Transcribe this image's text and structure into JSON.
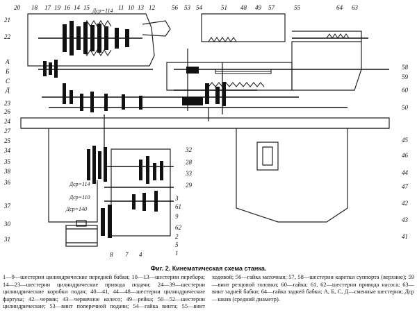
{
  "figure": {
    "caption": "Фиг. 2. Кинематическая схема станка.",
    "legend": "1—9—шестерни цилиндрические передней бабки; 10—13—шестерни перебора; 14—23—шестерни цилиндрические привода подачи; 24—39—шестерни цилиндрические коробки подач; 40—41, 44—48—шестерни цилиндрические фартука; 42—червяк; 43—червячное колесо; 49—рейка; 50—52—шестерни цилиндрические; 53—винт поперечной подачи; 54—гайка винта; 55—винт ходовой; 56—гайка маточная; 57, 58—шестерни каретки суппорта (верхние); 59—винт резцовой головки; 60—гайка; 61, 62—шестерни привода насоса; 63—винт задней бабки; 64—гайка задней бабки; А, Б, С, Д—сменные шестерни; Дср—шкив (средний диаметр)."
  },
  "labels": {
    "top": [
      "20",
      "18",
      "17",
      "19",
      "16",
      "14",
      "15",
      "Дср=114",
      "11",
      "10",
      "13",
      "12",
      "56",
      "53",
      "54",
      "51",
      "48",
      "49",
      "57",
      "55",
      "64",
      "63"
    ],
    "left": [
      "21",
      "22",
      "А",
      "Б",
      "С",
      "Д",
      "23",
      "26",
      "24",
      "27",
      "25",
      "34",
      "35",
      "38",
      "36",
      "37",
      "30",
      "31"
    ],
    "right": [
      "58",
      "59",
      "60",
      "50",
      "45",
      "46",
      "44",
      "47",
      "42",
      "43",
      "41"
    ],
    "center": [
      "32",
      "28",
      "33",
      "29",
      "3",
      "61",
      "9",
      "8",
      "7",
      "4",
      "62",
      "2",
      "5",
      "1",
      "Дср=114",
      "Дср=110",
      "Дср=140"
    ]
  }
}
